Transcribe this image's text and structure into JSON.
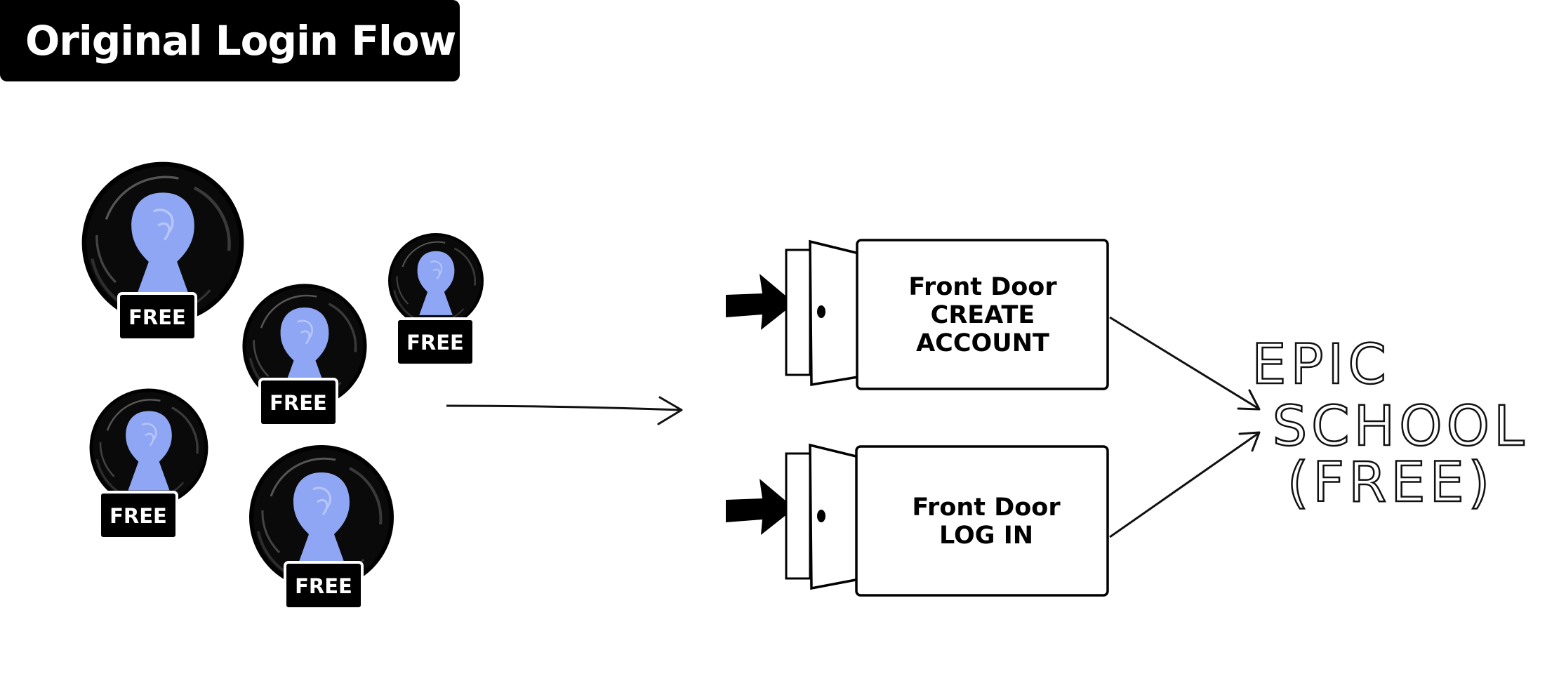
{
  "title": "Original Login Flow",
  "users": {
    "badge_label": "FREE",
    "count": 5,
    "icon": "keyhole-user-icon",
    "keyhole_color": "#8fa6f4"
  },
  "doors": [
    {
      "line1": "Front Door",
      "line2": "CREATE",
      "line3": "ACCOUNT"
    },
    {
      "line1": "Front Door",
      "line2": "LOG IN"
    }
  ],
  "destination": {
    "line1": "EPIC",
    "line2": "SCHOOL",
    "line3": "(FREE)"
  },
  "colors": {
    "ink": "#000000",
    "background": "#ffffff",
    "accent": "#8fa6f4"
  }
}
